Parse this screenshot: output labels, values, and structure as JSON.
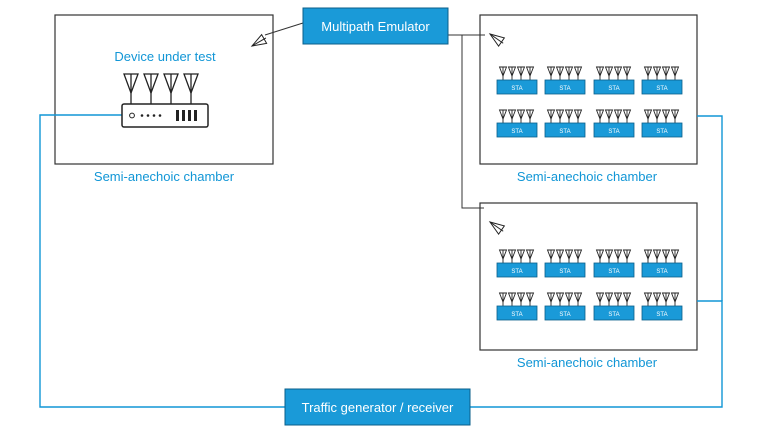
{
  "labels": {
    "emulator": "Multipath Emulator",
    "dut": "Device under test",
    "chamber_left": "Semi-anechoic chamber",
    "chamber_top_right": "Semi-anechoic chamber",
    "chamber_bottom_right": "Semi-anechoic chamber",
    "traffic": "Traffic generator / receiver",
    "sta": "STA"
  },
  "colors": {
    "accent": "#1196d6",
    "box_fill": "#1a9ad8",
    "box_border": "#0b5f8a",
    "chamber_border": "#333333",
    "device_fill": "#ffffff",
    "device_border": "#222222",
    "antenna": "#222222",
    "text_white": "#ffffff"
  }
}
